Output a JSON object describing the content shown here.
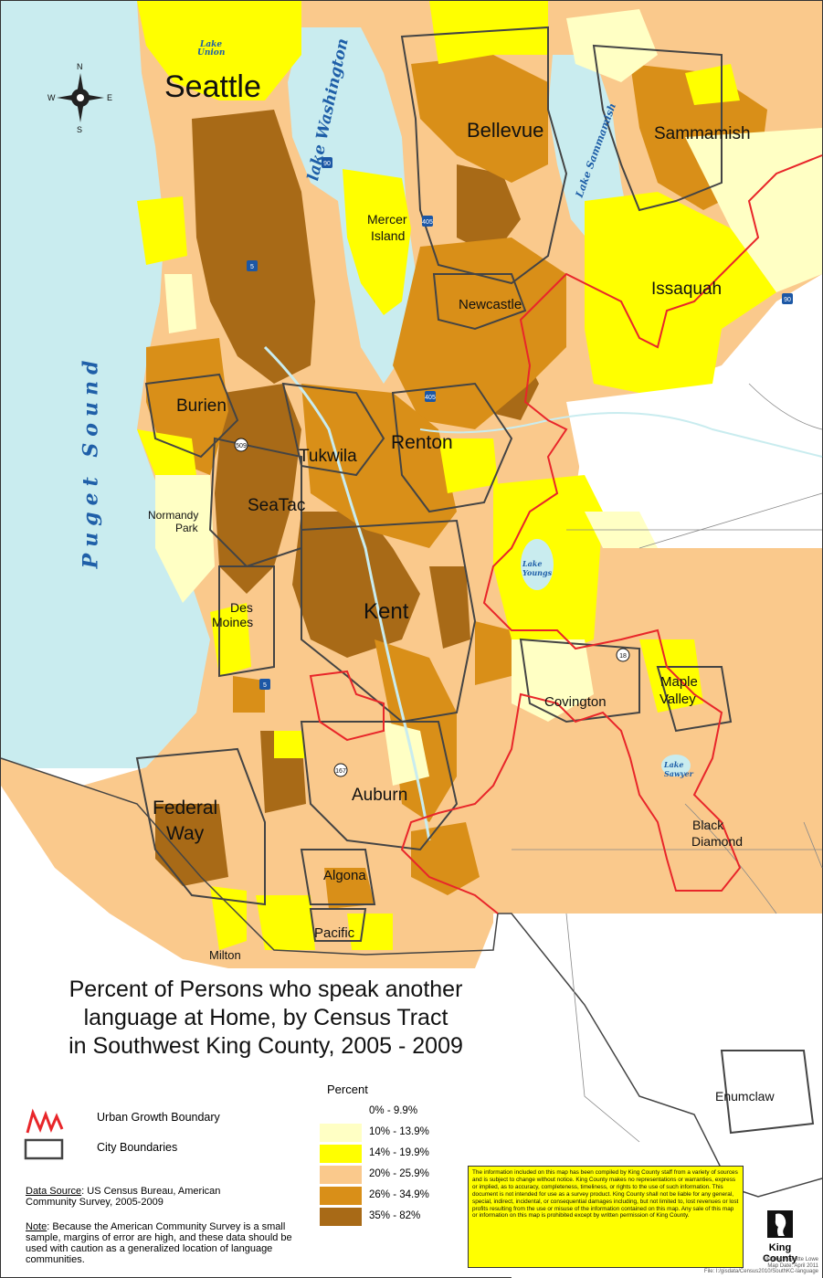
{
  "map_labels": {
    "seattle": "Seattle",
    "bellevue": "Bellevue",
    "sammamish": "Sammamish",
    "mercer_island_1": "Mercer",
    "mercer_island_2": "Island",
    "newcastle": "Newcastle",
    "issaquah": "Issaquah",
    "burien": "Burien",
    "tukwila": "Tukwila",
    "renton": "Renton",
    "seatac": "SeaTac",
    "normandy_park_1": "Normandy",
    "normandy_park_2": "Park",
    "des_moines_1": "Des",
    "des_moines_2": "Moines",
    "kent": "Kent",
    "covington": "Covington",
    "maple_valley_1": "Maple",
    "maple_valley_2": "Valley",
    "auburn": "Auburn",
    "federal_way_1": "Federal",
    "federal_way_2": "Way",
    "black_diamond_1": "Black",
    "black_diamond_2": "Diamond",
    "algona": "Algona",
    "pacific": "Pacific",
    "milton": "Milton",
    "enumclaw": "Enumclaw",
    "lake_union_1": "Lake",
    "lake_union_2": "Union",
    "lake_washington": "lake Washington",
    "lake_sammamish": "Lake Sammamish",
    "puget_sound": "Puget Sound",
    "lake_youngs": "Lake Youngs",
    "lake_sawyer": "Lake Sawyer"
  },
  "compass": {
    "n": "N",
    "s": "S",
    "e": "E",
    "w": "W"
  },
  "highways": [
    "90",
    "5",
    "405",
    "509",
    "18",
    "167",
    "90",
    "405",
    "5"
  ],
  "title": {
    "line1": "Percent of Persons who speak another",
    "line2": "language at Home, by Census Tract",
    "line3": "in Southwest King County, 2005 - 2009"
  },
  "legend": {
    "title": "Percent",
    "classes": [
      {
        "label": "0% - 9.9%",
        "color": "#ffffff"
      },
      {
        "label": "10% - 13.9%",
        "color": "#ffffc4"
      },
      {
        "label": "14% - 19.9%",
        "color": "#ffff00"
      },
      {
        "label": "20% - 25.9%",
        "color": "#fac98c"
      },
      {
        "label": "26% - 34.9%",
        "color": "#d98f18"
      },
      {
        "label": "35% - 82%",
        "color": "#a86a17"
      }
    ],
    "ugb_label": "Urban Growth Boundary",
    "ugb_color": "#e8262a",
    "city_label": "City Boundaries",
    "city_color": "#444444"
  },
  "source": {
    "heading": "Data Source",
    "text": ": US Census Bureau, American Community Survey, 2005-2009"
  },
  "note": {
    "heading": "Note",
    "text": ": Because the American Community Survey is a small sample, margins of error are high, and these data should be used with caution as a generalized location of language communities."
  },
  "disclaimer": "The information included on this map has been compiled by King County staff from a variety of sources and is subject to change without notice. King County makes no representations or warranties, express or implied, as to accuracy, completeness, timeliness, or rights to the use of such information. This document is not intended for use as a survey product. King County shall not be liable for any general, special, indirect, incidental, or consequential damages including, but not limited to, lost revenues or lost profits resulting from the use or misuse of the information contained on this map. Any sale of this map or information on this map is prohibited except by written permission of King County.",
  "logo": {
    "name": "King County"
  },
  "credits": {
    "line1": "Map by: Nanette Lowe",
    "line2": "Map Date: April 2011",
    "line3": "File: I:/gisdata/Census2010/SouthKC-language"
  },
  "colors": {
    "water": "#c9ecef",
    "land_outside": "#ffffff",
    "c1": "#ffffc4",
    "c2": "#ffff00",
    "c3": "#fac98c",
    "c4": "#d98f18",
    "c5": "#a86a17"
  }
}
